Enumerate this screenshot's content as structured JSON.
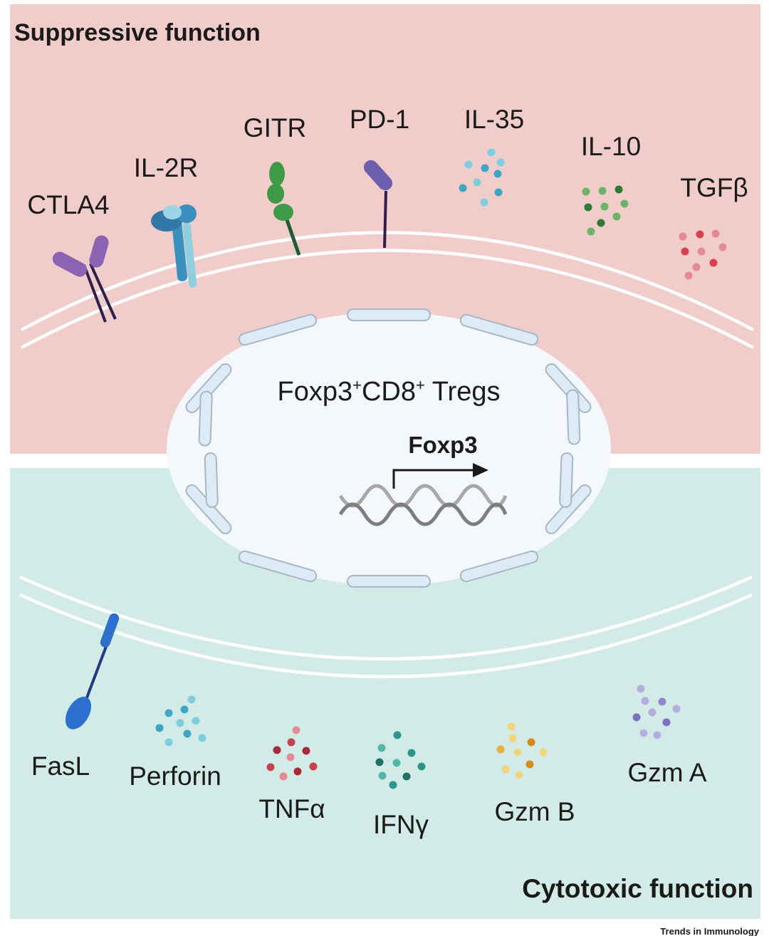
{
  "panels": {
    "top_title": "Suppressive function",
    "bottom_title": "Cytotoxic function",
    "top_color": "#f0cdcb",
    "bottom_color": "#d3ebe6"
  },
  "cell": {
    "label_main": "Foxp3",
    "label_sup1": "+",
    "label_mid": "CD8",
    "label_sup2": "+",
    "label_end": " Tregs",
    "gene": "Foxp3"
  },
  "suppressive_molecules": {
    "ctla4": "CTLA4",
    "il2r": "IL-2R",
    "gitr": "GITR",
    "pd1": "PD-1",
    "il35": "IL-35",
    "il10": "IL-10",
    "tgfb": "TGFβ"
  },
  "cytotoxic_molecules": {
    "fasl": "FasL",
    "perforin": "Perforin",
    "tnfa": "TNFα",
    "ifng": "IFNγ",
    "gzmb": "Gzm B",
    "gzma": "Gzm A"
  },
  "credit": "Trends in Immunology",
  "colors": {
    "il35": "#3ea6c4",
    "il10": "#4f9a4f",
    "tgfb": "#e0727f",
    "perforin": "#3ea6c4",
    "tnfa": "#c7424f",
    "ifng": "#2e958a",
    "gzmb": "#e6b13f",
    "gzma": "#9486cf",
    "ctla4": "#8c63b3",
    "il2r": "#3b91bd",
    "gitr": "#3f9a46",
    "pd1": "#6c5fb0",
    "fasl": "#2c6fce"
  }
}
